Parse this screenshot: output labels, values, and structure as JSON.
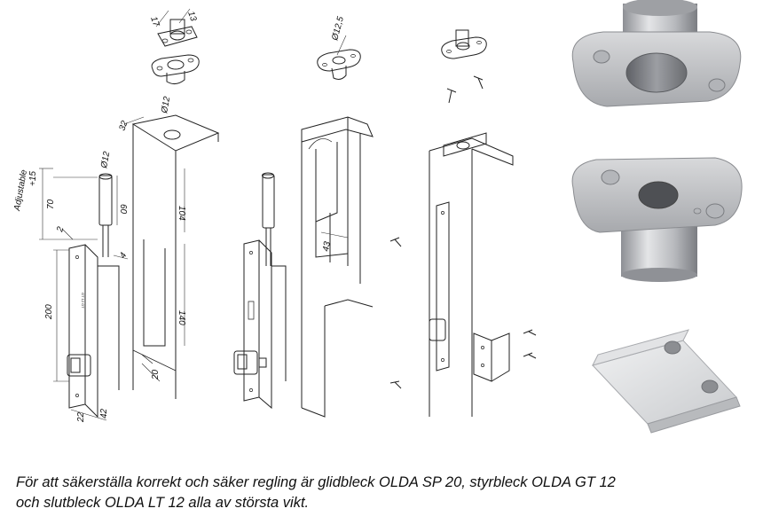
{
  "dimensions": {
    "d17": "17",
    "d13": "13",
    "d32": "32",
    "d12_hole": "Ø12",
    "d12_rod": "Ø12",
    "d12_5": "Ø12,5",
    "adjustable": "Adjustable",
    "plus15": "+15",
    "d70": "70",
    "d60": "60",
    "d2": "2",
    "d104": "104",
    "d4": "4",
    "d200": "200",
    "d140": "140",
    "d43": "43",
    "d20": "20",
    "d22": "22",
    "d42": "42"
  },
  "product_marking": "GT 12 GT",
  "caption": {
    "line1": "För att säkerställa korrekt och säker regling är glidbleck OLDA SP 20, styrbleck OLDA GT 12",
    "line2": "och slutbleck OLDA LT 12 alla av största vikt."
  },
  "colors": {
    "background": "#ffffff",
    "line": "#222222",
    "metal_light": "#d9dadc",
    "metal_mid": "#b6b8bc",
    "metal_dark": "#7d7f84"
  }
}
